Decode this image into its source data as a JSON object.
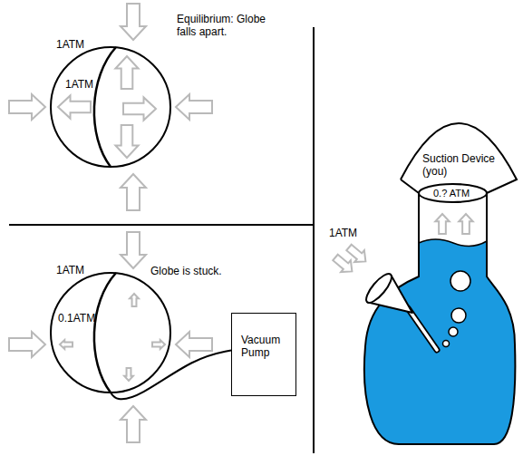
{
  "diagram": {
    "nodes": [
      {
        "text": [
          "1ATM"
        ]
      },
      {
        "text": [
          "0.1ATM"
        ]
      },
      {
        "text": [
          "Vacuum Pump"
        ]
      },
      {
        "text": [
          "Suction Device (you)"
        ]
      }
    ],
    "edges": [
      {
        "from": 1,
        "to": 2,
        "arrow": "none"
      }
    ],
    "labels": [
      "Equilibrium: Globe falls apart.",
      "1ATM",
      "1ATM",
      "Globe is stuck.",
      "0.? ATM",
      "1ATM"
    ]
  }
}
